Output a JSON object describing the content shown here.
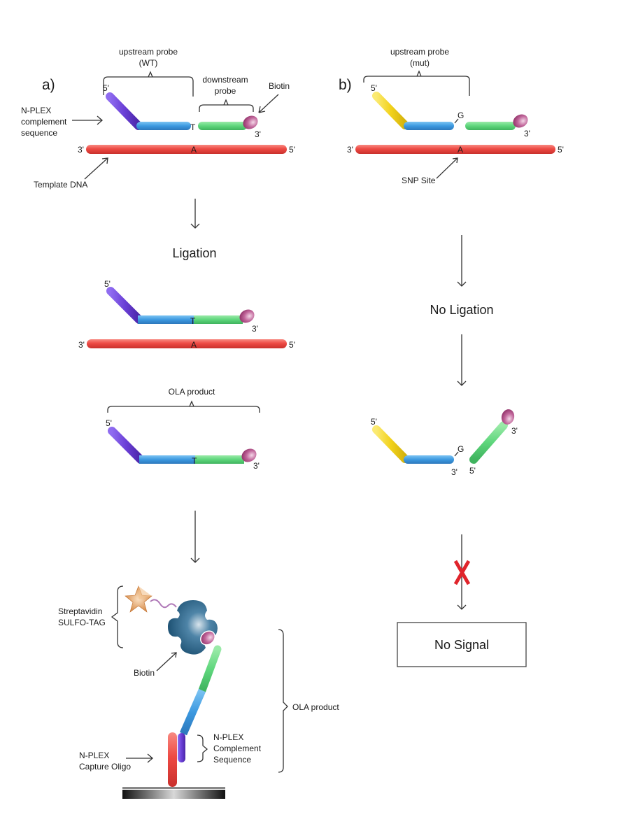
{
  "colors": {
    "template": "#ee4444",
    "upstream_tag_wt": "#6a3fd6",
    "upstream_tag_mut": "#f2d21c",
    "upstream_body": "#3c99e0",
    "downstream": "#5ed67c",
    "biotin": "#b14b88",
    "streptavidin": "#1f5a7e",
    "sulfo_tag": "#e3a25f",
    "no_x": "#e0242b",
    "capture_oligo": "#ee4444"
  },
  "panel_a": {
    "label": "a)",
    "upstream_brace_label_line1": "upstream probe",
    "upstream_brace_label_line2": "(WT)",
    "downstream_brace_label_line1": "downstream",
    "downstream_brace_label_line2": "probe",
    "biotin_label": "Biotin",
    "nplex_label_line1": "N-PLEX",
    "nplex_label_line2": "complement",
    "nplex_label_line3": "sequence",
    "template_label": "Template DNA",
    "five_prime": "5'",
    "three_prime": "3'",
    "probe_base": "T",
    "template_base": "A",
    "step1": "Ligation",
    "ola_product_label": "OLA product",
    "detection": {
      "streptavidin_line1": "Streptavidin",
      "streptavidin_line2": "SULFO-TAG",
      "biotin_label": "Biotin",
      "capture_line1": "N-PLEX",
      "capture_line2": "Capture Oligo",
      "complement_line1": "N-PLEX",
      "complement_line2": "Complement",
      "complement_line3": "Sequence",
      "ola_product_label": "OLA product"
    }
  },
  "panel_b": {
    "label": "b)",
    "upstream_brace_label_line1": "upstream probe",
    "upstream_brace_label_line2": "(mut)",
    "snp_label": "SNP Site",
    "five_prime": "5'",
    "three_prime": "3'",
    "probe_base": "G",
    "template_base": "A",
    "step1": "No Ligation",
    "result": "No Signal"
  }
}
